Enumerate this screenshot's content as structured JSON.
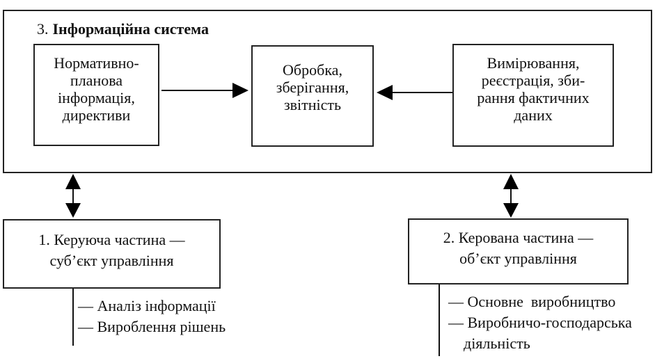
{
  "info_system": {
    "number": "3.",
    "title": "Інформаційна система",
    "blocks": {
      "normative": "Нормативно-\nпланова\nінформація,\nдирективи",
      "processing": "Обробка,\nзберігання,\nзвітність",
      "measurement": "Вимірювання,\nреєстрація, зби-\nрання  фактичних\nданих"
    }
  },
  "control_part": {
    "label": "1. Керуюча частина —\nсуб’єкт  управління",
    "functions": [
      "— Аналіз інформації",
      "— Вироблення рішень"
    ]
  },
  "controlled_part": {
    "label": "2. Керована частина —\nоб’єкт управління",
    "functions": [
      "— Основне  виробництво",
      "— Виробничо-господарська",
      "    діяльність"
    ]
  }
}
